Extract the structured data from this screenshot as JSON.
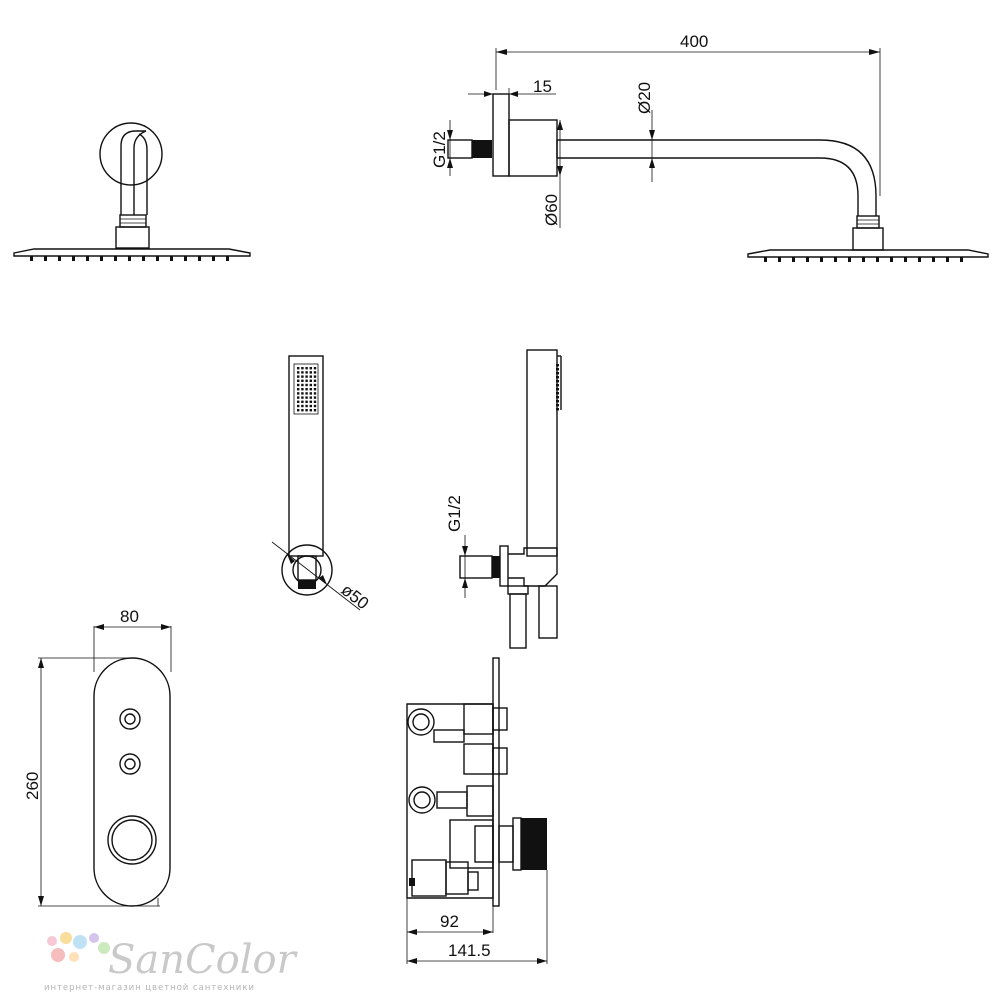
{
  "dimensions": {
    "arm_length": "400",
    "flange_depth": "15",
    "arm_diameter": "Ø20",
    "flange_diameter": "Ø60",
    "thread_top": "G1/2",
    "thread_holder": "G1/2",
    "holder_diameter": "ø50",
    "plate_width": "80",
    "plate_height": "260",
    "body_depth": "92",
    "total_depth": "141.5"
  },
  "watermark": {
    "brand": "SanColor",
    "tagline": "интернет-магазин цветной сантехники",
    "dot_colors": [
      "#f4b6c8",
      "#f6d27a",
      "#a8d8ef",
      "#c7b2e6",
      "#b9e3a8",
      "#f3a7a7",
      "#ffd7a0"
    ]
  }
}
